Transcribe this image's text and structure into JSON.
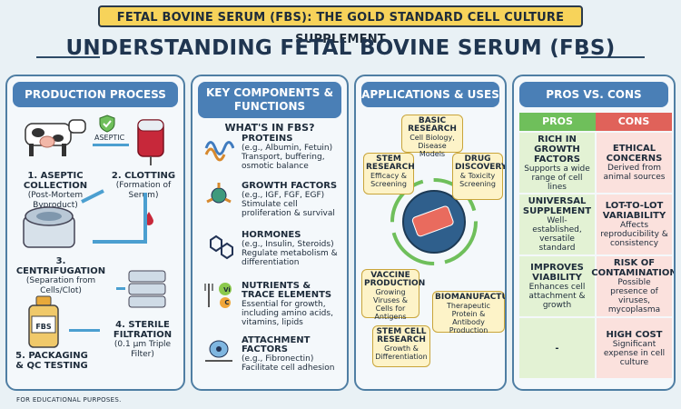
{
  "banner": "FETAL BOVINE SERUM (FBS): THE GOLD STANDARD CELL CULTURE SUPPLEMENT",
  "title": "UNDERSTANDING FETAL BOVINE SERUM (FBS)",
  "production": {
    "header": "PRODUCTION PROCESS",
    "aseptic_tag": "ASEPTIC",
    "steps": [
      {
        "title": "1. ASEPTIC COLLECTION",
        "desc": "(Post-Mortem Byproduct)"
      },
      {
        "title": "2. CLOTTING",
        "desc": "(Formation of Serum)"
      },
      {
        "title": "3. CENTRIFUGATION",
        "desc": "(Separation from Cells/Clot)"
      },
      {
        "title": "4. STERILE FILTRATION",
        "desc": "(0.1 µm Triple Filter)"
      },
      {
        "title": "5. PACKAGING & QC TESTING",
        "desc": ""
      }
    ],
    "bottle_label": "FBS"
  },
  "components": {
    "header": "KEY COMPONENTS & FUNCTIONS",
    "subheader": "WHAT'S IN FBS?",
    "items": [
      {
        "name": "PROTEINS",
        "example": "(e.g., Albumin, Fetuin)",
        "desc": "Transport, buffering, osmotic balance",
        "icon": "protein-icon"
      },
      {
        "name": "GROWTH FACTORS",
        "example": "(e.g., IGF, FGF, EGF)",
        "desc": "Stimulate cell proliferation & survival",
        "icon": "growth-factor-icon"
      },
      {
        "name": "HORMONES",
        "example": "(e.g., Insulin, Steroids)",
        "desc": "Regulate metabolism & differentiation",
        "icon": "hormone-icon"
      },
      {
        "name": "NUTRIENTS & TRACE ELEMENTS",
        "example": "",
        "desc": "Essential for growth, including amino acids, vitamins, lipids",
        "icon": "nutrient-icon"
      },
      {
        "name": "ATTACHMENT FACTORS",
        "example": "(e.g., Fibronectin)",
        "desc": "Facilitate cell adhesion",
        "icon": "attachment-icon"
      }
    ],
    "vitamin_labels": [
      "Vi",
      "C"
    ]
  },
  "applications": {
    "header": "APPLICATIONS & USES",
    "items": [
      {
        "title": "BASIC RESEARCH",
        "desc": "Cell Biology, Disease Models"
      },
      {
        "title": "STEM RESEARCH",
        "desc": "Efficacy & Screening"
      },
      {
        "title": "DRUG DISCOVERY",
        "desc": "& Toxicity Screening"
      },
      {
        "title": "VACCINE PRODUCTION",
        "desc": "Growing Viruses & Cells for Antigens"
      },
      {
        "title": "BIOMANUFACTURING",
        "desc": "Therapeutic Protein & Antibody Production"
      },
      {
        "title": "STEM CELL RESEARCH",
        "desc": "Growth & Differentiation"
      }
    ]
  },
  "proscons": {
    "header": "PROS VS. CONS",
    "pros_label": "PROS",
    "cons_label": "CONS",
    "rows": [
      {
        "pro_title": "RICH IN GROWTH FACTORS",
        "pro_desc": "Supports a wide range of cell lines",
        "con_title": "ETHICAL CONCERNS",
        "con_desc": "Derived from animal sources"
      },
      {
        "pro_title": "UNIVERSAL SUPPLEMENT",
        "pro_desc": "Well-established, versatile standard",
        "con_title": "LOT-TO-LOT VARIABILITY",
        "con_desc": "Affects reproducibility & consistency"
      },
      {
        "pro_title": "IMPROVES VIABILITY",
        "pro_desc": "Enhances cell attachment & growth",
        "con_title": "RISK OF CONTAMINATION",
        "con_desc": "Possible presence of viruses, mycoplasma"
      },
      {
        "pro_title": "-",
        "pro_desc": "",
        "con_title": "HIGH COST",
        "con_desc": "Significant expense in cell culture"
      }
    ],
    "colors": {
      "pros_head": "#6fbf5b",
      "cons_head": "#e0625a",
      "pros_cell": "#e3f2d4",
      "cons_cell": "#fbe1dd"
    }
  },
  "footer": "FOR EDUCATIONAL PURPOSES."
}
